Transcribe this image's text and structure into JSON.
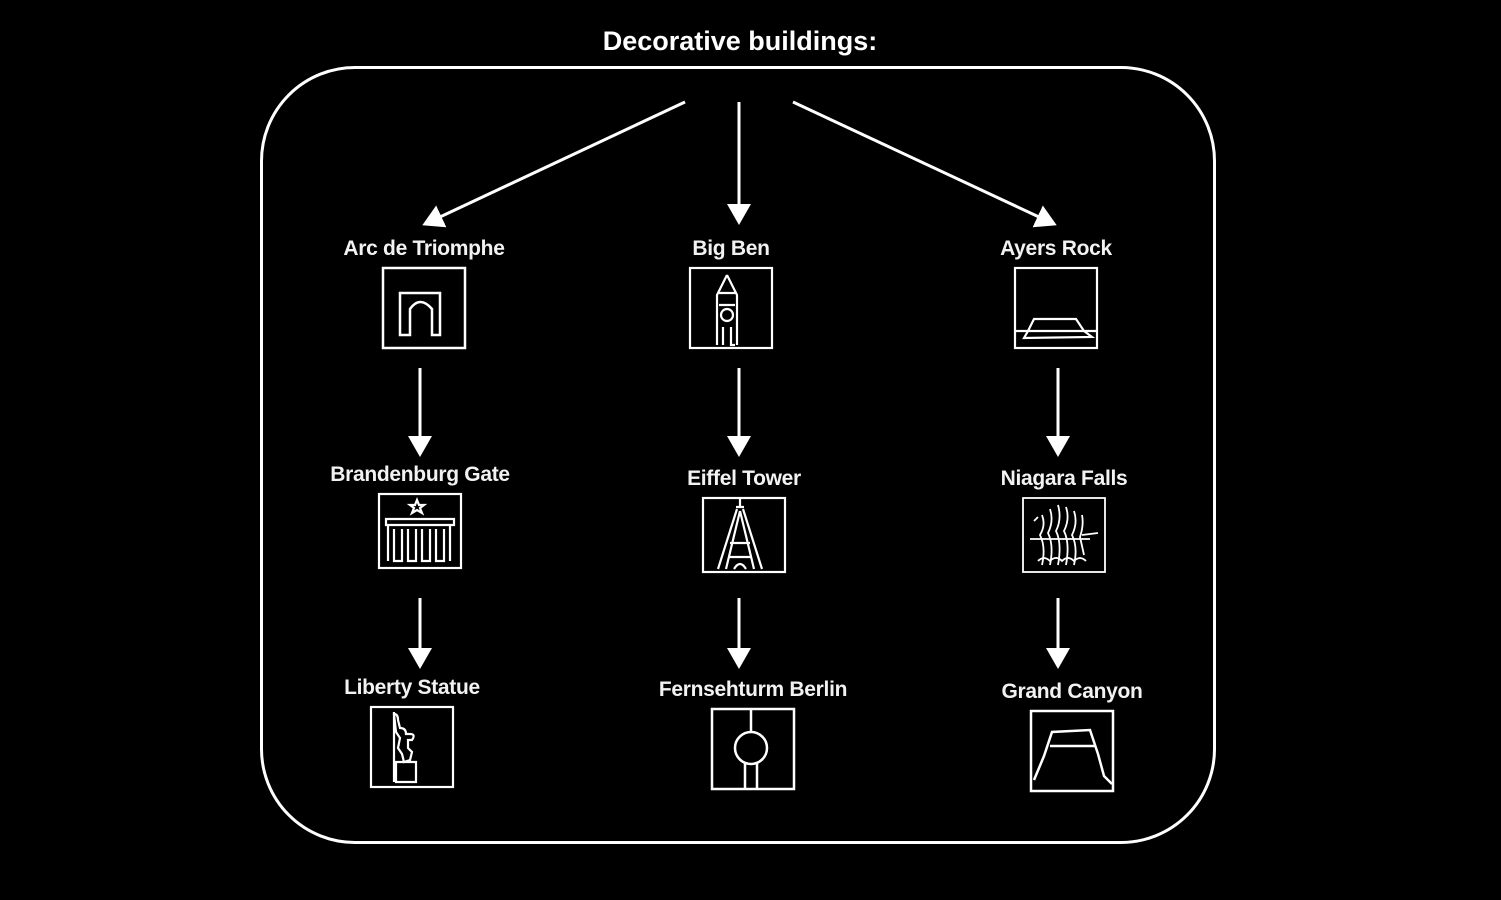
{
  "title": "Decorative buildings:",
  "colors": {
    "background": "#000000",
    "foreground": "#ffffff"
  },
  "columns": [
    {
      "nodes": [
        {
          "label": "Arc de Triomphe",
          "icon": "arc-de-triomphe-icon"
        },
        {
          "label": "Brandenburg Gate",
          "icon": "brandenburg-gate-icon"
        },
        {
          "label": "Liberty Statue",
          "icon": "liberty-statue-icon"
        }
      ]
    },
    {
      "nodes": [
        {
          "label": "Big Ben",
          "icon": "big-ben-icon"
        },
        {
          "label": "Eiffel Tower",
          "icon": "eiffel-tower-icon"
        },
        {
          "label": "Fernsehturm Berlin",
          "icon": "fernsehturm-icon"
        }
      ]
    },
    {
      "nodes": [
        {
          "label": "Ayers Rock",
          "icon": "ayers-rock-icon"
        },
        {
          "label": "Niagara Falls",
          "icon": "niagara-falls-icon"
        },
        {
          "label": "Grand Canyon",
          "icon": "grand-canyon-icon"
        }
      ]
    }
  ]
}
